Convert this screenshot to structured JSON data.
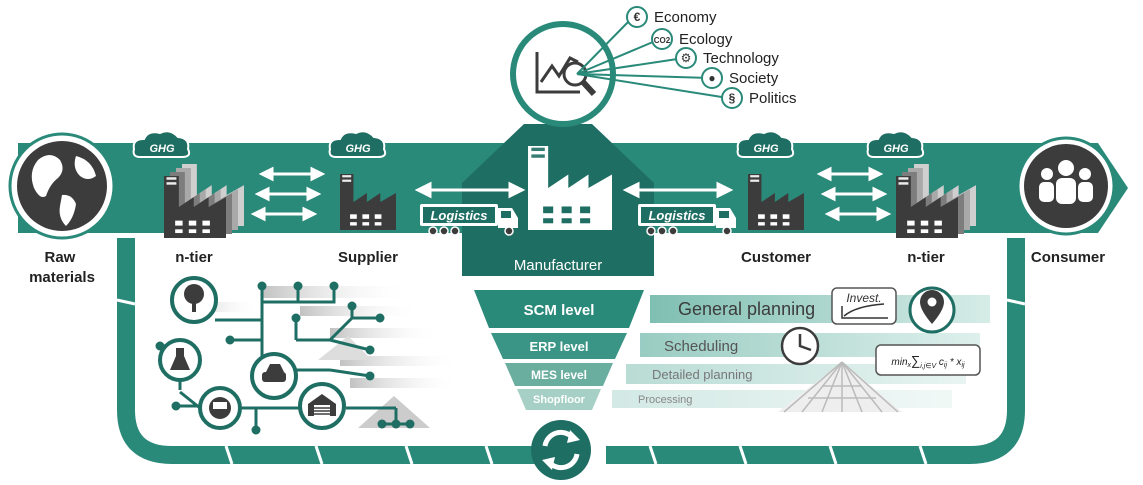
{
  "colors": {
    "teal_dark": "#1f6e63",
    "teal": "#2a8a7a",
    "teal_mid": "#4a9f90",
    "teal_light": "#9fcfc4",
    "teal_pale": "#cfe6e0",
    "grey_dark": "#3c3c3c",
    "white": "#ffffff"
  },
  "impact_dimensions": [
    {
      "label": "Economy",
      "icon": "euro-icon",
      "glyph": "€"
    },
    {
      "label": "Ecology",
      "icon": "co2-icon",
      "glyph": "CO2"
    },
    {
      "label": "Technology",
      "icon": "gears-icon",
      "glyph": "⚙"
    },
    {
      "label": "Society",
      "icon": "people-icon",
      "glyph": "●"
    },
    {
      "label": "Politics",
      "icon": "paragraph-icon",
      "glyph": "§"
    }
  ],
  "chain": {
    "raw_materials_label": "Raw\nmaterials",
    "raw_materials_line1": "Raw",
    "raw_materials_line2": "materials",
    "ntier_left_label": "n-tier",
    "supplier_label": "Supplier",
    "manufacturer_label": "Manufacturer",
    "customer_label": "Customer",
    "ntier_right_label": "n-tier",
    "consumer_label": "Consumer",
    "logistics_left": "Logistics",
    "logistics_right": "Logistics",
    "ghg_label": "GHG"
  },
  "planning_levels": [
    {
      "level": "SCM level",
      "task": "General planning"
    },
    {
      "level": "ERP level",
      "task": "Scheduling"
    },
    {
      "level": "MES level",
      "task": "Detailed planning"
    },
    {
      "level": "Shopfloor",
      "task": "Processing"
    }
  ],
  "annotations": {
    "invest_label": "Invest.",
    "formula": "min_x ∑_{i,j∈V} c_ij * x_ij",
    "formula_min": "min",
    "formula_sub": "x",
    "formula_sum": "∑",
    "formula_idx": "i,j∈V",
    "formula_c": "c",
    "formula_cij": "ij",
    "formula_x": "x",
    "formula_xij": "ij"
  }
}
